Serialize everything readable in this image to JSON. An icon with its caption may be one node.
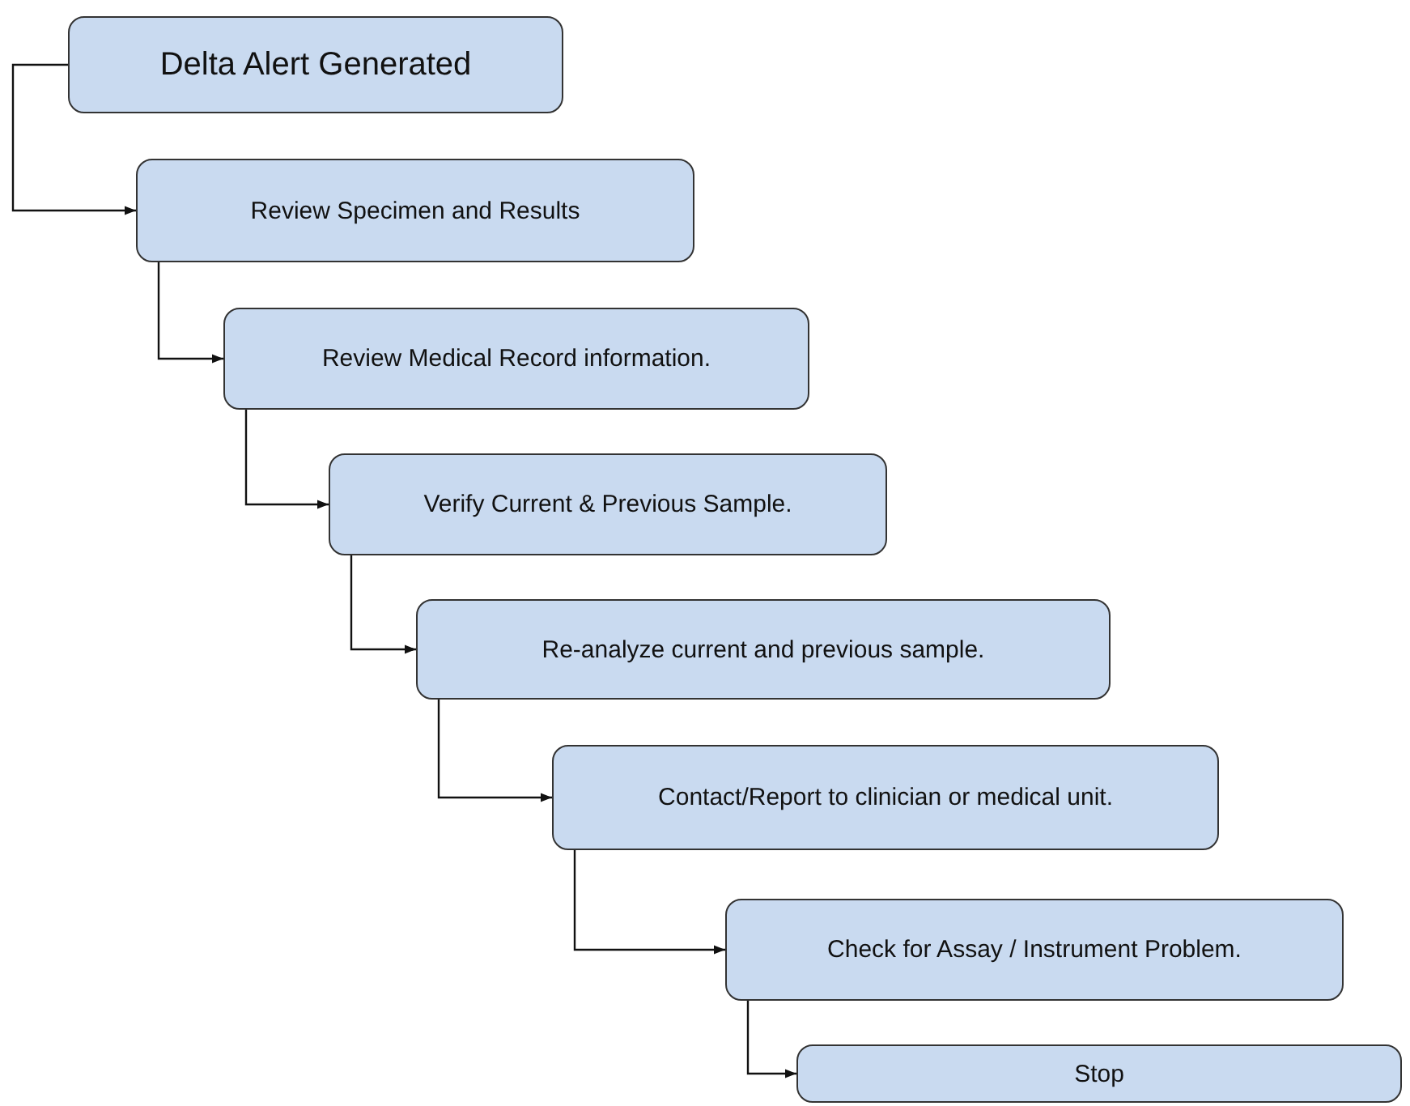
{
  "diagram": {
    "nodes": [
      {
        "text": [
          "Delta Alert Generated"
        ]
      },
      {
        "text": [
          "Review Specimen and Results"
        ]
      },
      {
        "text": [
          "Review Medical Record information."
        ]
      },
      {
        "text": [
          "Verify Current & Previous Sample."
        ]
      },
      {
        "text": [
          "Re-analyze current and previous sample."
        ]
      },
      {
        "text": [
          "Contact/Report to clinician or medical unit."
        ]
      },
      {
        "text": [
          "Check for Assay / Instrument Problem."
        ]
      },
      {
        "text": [
          "Stop"
        ]
      }
    ],
    "edges": [
      {
        "from": 0,
        "to": 1,
        "arrow": "to"
      },
      {
        "from": 1,
        "to": 2,
        "arrow": "to"
      },
      {
        "from": 2,
        "to": 3,
        "arrow": "to"
      },
      {
        "from": 3,
        "to": 4,
        "arrow": "to"
      },
      {
        "from": 4,
        "to": 5,
        "arrow": "to"
      },
      {
        "from": 5,
        "to": 6,
        "arrow": "to"
      },
      {
        "from": 6,
        "to": 7,
        "arrow": "to"
      }
    ]
  }
}
